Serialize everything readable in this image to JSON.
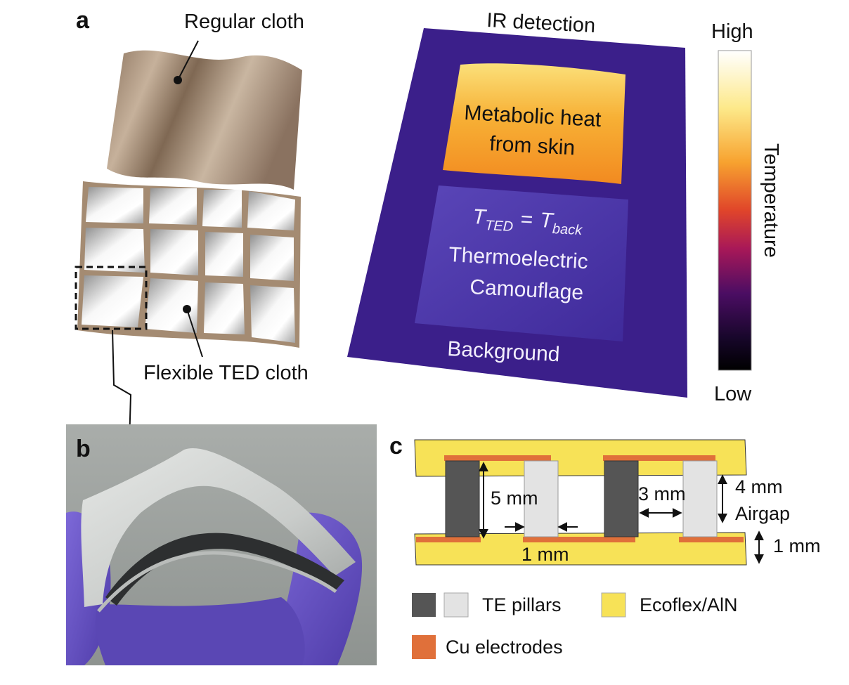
{
  "panels": {
    "a": {
      "letter": "a",
      "regular_cloth_label": "Regular cloth",
      "flexible_ted_cloth_label": "Flexible TED cloth",
      "ir_title": "IR detection",
      "metabolic_line1": "Metabolic heat",
      "metabolic_line2": "from skin",
      "equation": {
        "t_left": "T",
        "sub_left": "TED",
        "equals": "=",
        "t_right": "T",
        "sub_right": "back"
      },
      "camouflage_line1": "Thermoelectric",
      "camouflage_line2": "Camouflage",
      "background_label": "Background",
      "colorbar": {
        "high_label": "High",
        "low_label": "Low",
        "title": "Temperature",
        "stops": [
          "#ffffff",
          "#fde98a",
          "#f7a22f",
          "#e0452a",
          "#a81858",
          "#4b0d63",
          "#17062a",
          "#000000"
        ]
      }
    },
    "b": {
      "letter": "b"
    },
    "c": {
      "letter": "c",
      "dim_5mm": "5 mm",
      "dim_3mm": "3 mm",
      "dim_4mm": "4 mm",
      "airgap": "Airgap",
      "dim_1mm_top": "1 mm",
      "dim_1mm_bottom": "1 mm",
      "legend": {
        "te_pillars": "TE pillars",
        "ecoflex": "Ecoflex/AlN",
        "cu_electrodes": "Cu electrodes"
      }
    }
  },
  "colors": {
    "cloth": "#a48b72",
    "ir_background": "#3b1f8a",
    "hot_patch": "#f6a72a",
    "ecoflex_yellow": "#f7e257",
    "cu_orange": "#e0703a",
    "pillar_dark": "#555555",
    "pillar_light": "#e3e3e3",
    "glove_purple": "#6a56c6"
  }
}
